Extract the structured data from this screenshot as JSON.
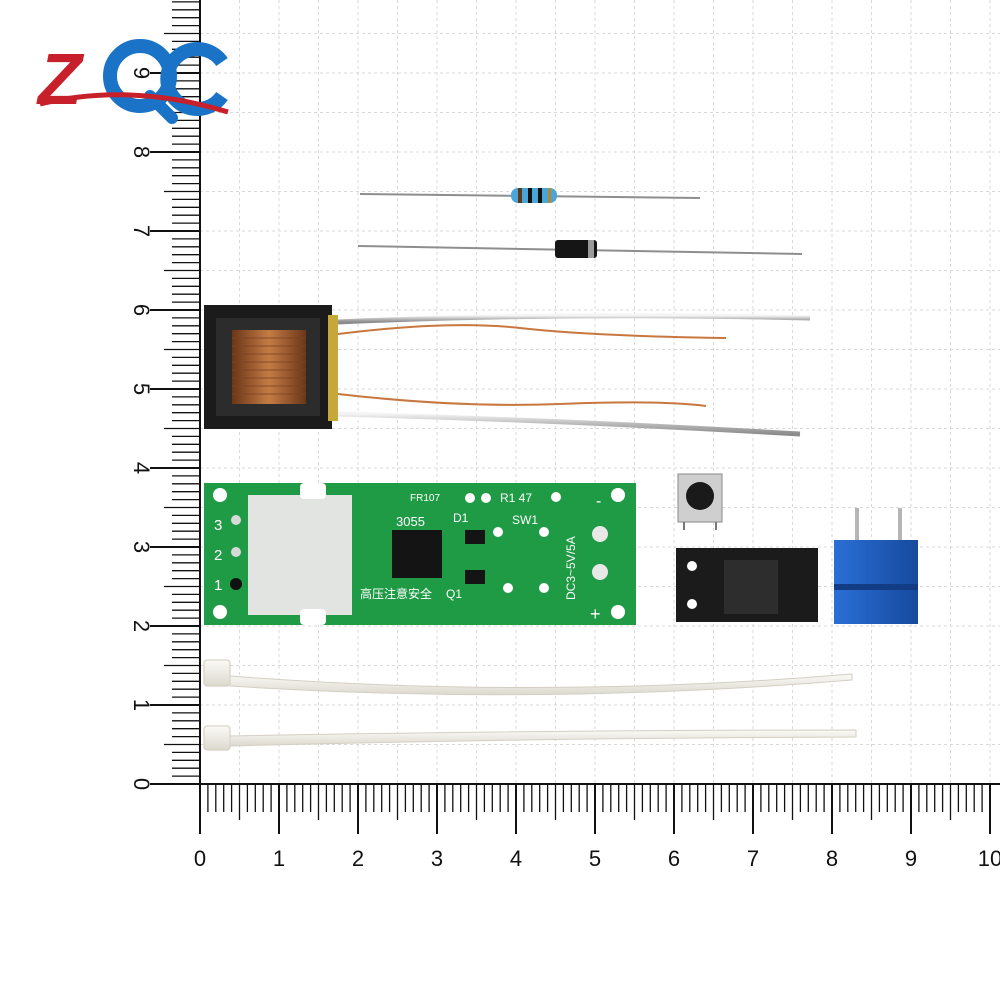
{
  "logo": {
    "text": "ZQC",
    "colors": {
      "red": "#c8202a",
      "blue": "#1a73c6"
    }
  },
  "ruler": {
    "x_labels": [
      "0",
      "1",
      "2",
      "3",
      "4",
      "5",
      "6",
      "7",
      "8",
      "9",
      "10"
    ],
    "y_labels": [
      "0",
      "1",
      "2",
      "3",
      "4",
      "5",
      "6",
      "7",
      "8",
      "9"
    ]
  },
  "pcb": {
    "color": "#1f9a45",
    "pin_labels": [
      "3",
      "2",
      "1"
    ],
    "ic_label": "3055",
    "fr_label": "FR107",
    "d1_label": "D1",
    "r1_label": "R1 47",
    "sw_label": "SW1",
    "q1_label": "Q1",
    "voltage_label": "DC3~5V/5A",
    "plus_label": "+",
    "minus_label": "-",
    "warning_label": "高压注意安全"
  },
  "colors": {
    "grid": "#d9d9d9",
    "copper": "#b8693a",
    "potentiometer": "#1d5fc2",
    "tie": "#f2f0ea"
  }
}
